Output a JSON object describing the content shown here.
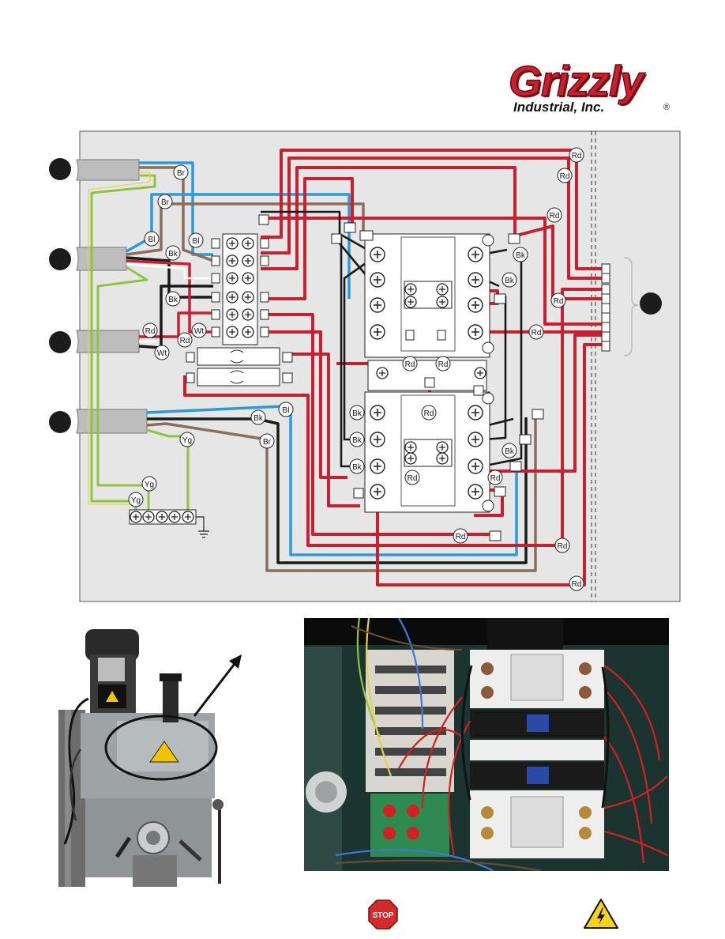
{
  "brand": {
    "name": "Grizzly",
    "subtitle": "Industrial, Inc.",
    "registered": "®",
    "color": "#c8202f"
  },
  "wire_labels": {
    "bl": "Bl",
    "br": "Br",
    "bk": "Bk",
    "rd": "Rd",
    "wt": "Wt",
    "yg": "Yg"
  },
  "colors": {
    "red": "#c8202f",
    "blue": "#2a9ad8",
    "brown": "#8a6e5a",
    "black": "#1a1a1a",
    "green_yellow": "#8cc63f",
    "panel_bg": "#e6e6e6",
    "cable_gray": "#bdbdbd"
  },
  "icons": {
    "stop": "STOP",
    "warning": "warning-lightning-icon"
  }
}
